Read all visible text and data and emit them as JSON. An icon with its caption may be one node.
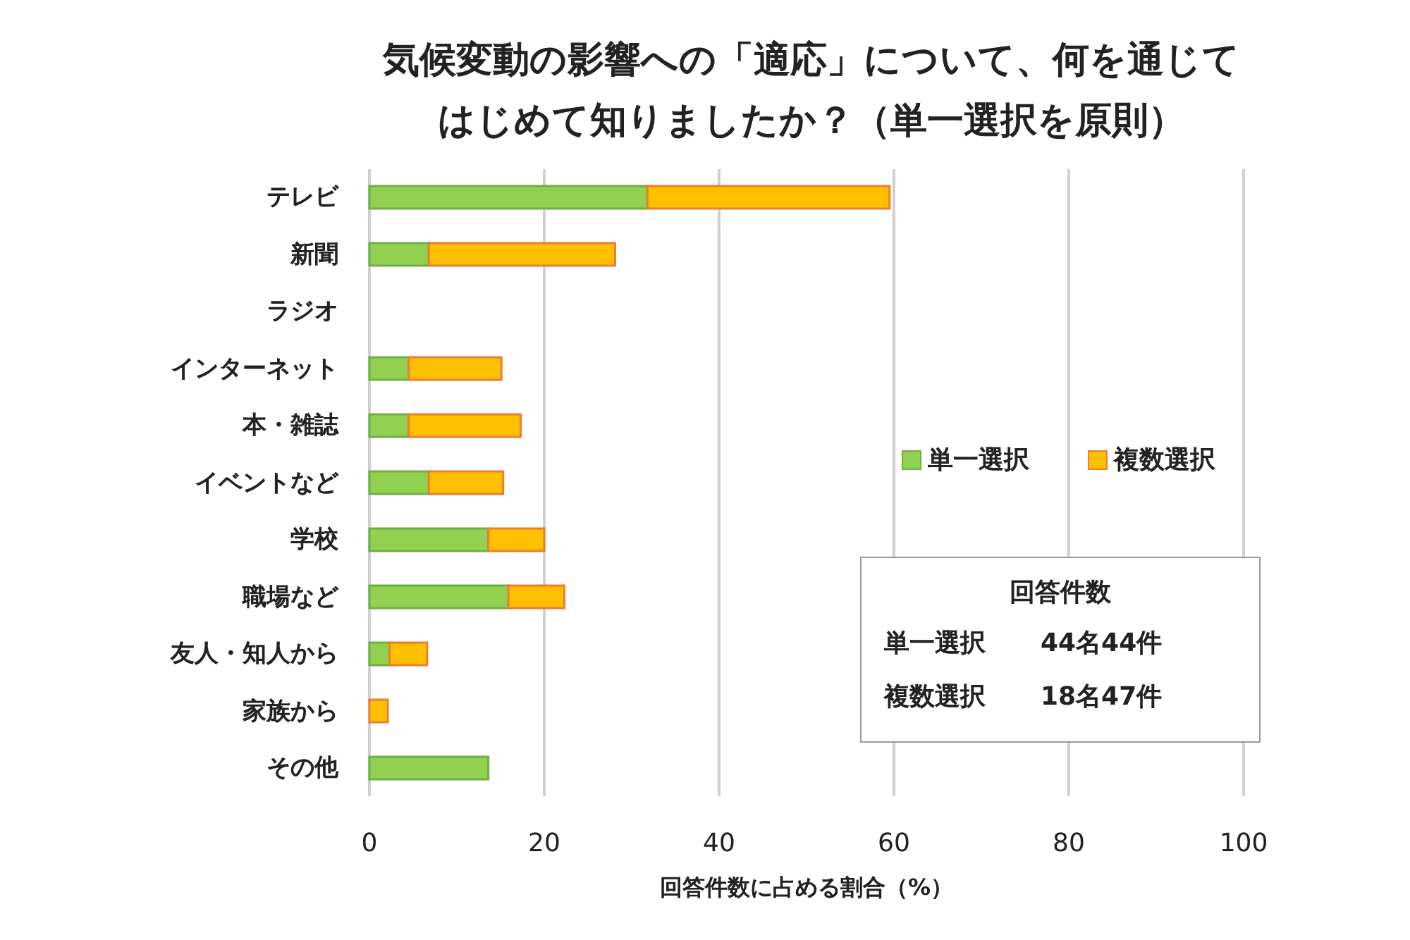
{
  "diagram": {
    "title": "気候変動の影響への「適応」について、何を通じてはじめて知りましたか？（単一選択を原則）",
    "chart_data": {
      "type": "bar",
      "orientation": "horizontal",
      "stacked": true,
      "grid": true,
      "legend": "right",
      "xlabel": "回答件数に占める割合（%）",
      "categories": [
        "テレビ",
        "新聞",
        "ラジオ",
        "インターネット",
        "本・雑誌",
        "イベントなど",
        "学校",
        "職場など",
        "友人・知人から",
        "家族から",
        "その他"
      ],
      "series": [
        {
          "name": "単一選択",
          "color": "#92d050",
          "values": [
            31.8,
            6.8,
            0,
            4.5,
            4.5,
            6.8,
            13.6,
            15.9,
            2.3,
            0,
            13.6
          ]
        },
        {
          "name": "複数選択",
          "color": "#ffc000",
          "values": [
            27.7,
            21.3,
            0,
            10.6,
            12.8,
            8.5,
            6.4,
            6.4,
            4.3,
            2.1,
            0
          ]
        }
      ],
      "xlim": [
        0,
        100
      ],
      "xticks": [
        0,
        20,
        40,
        60,
        80,
        100
      ]
    },
    "labels": [
      "回答件数",
      "単一選択",
      "44名44件",
      "複数選択",
      "18名47件"
    ]
  }
}
